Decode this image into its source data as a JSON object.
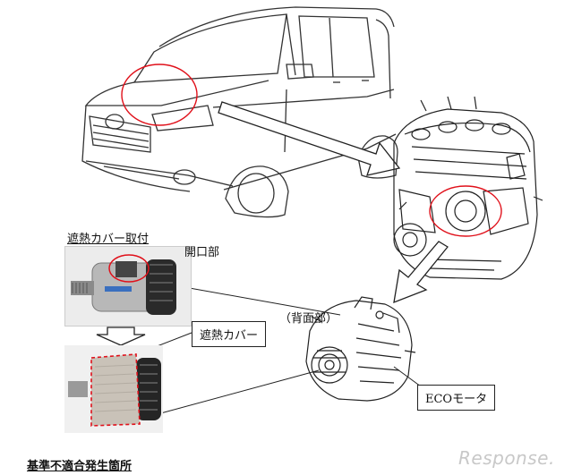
{
  "labels": {
    "heat_cover_attached": "遮熱カバー取付",
    "opening": "開口部",
    "heat_cover": "遮熱カバー",
    "back_side": "（背面部）",
    "eco_motor": "ECOモータ",
    "nonconformity_location": "基準不適合発生箇所"
  },
  "watermark": "Response.",
  "colors": {
    "highlight": "#e0101a",
    "line": "#222222"
  }
}
